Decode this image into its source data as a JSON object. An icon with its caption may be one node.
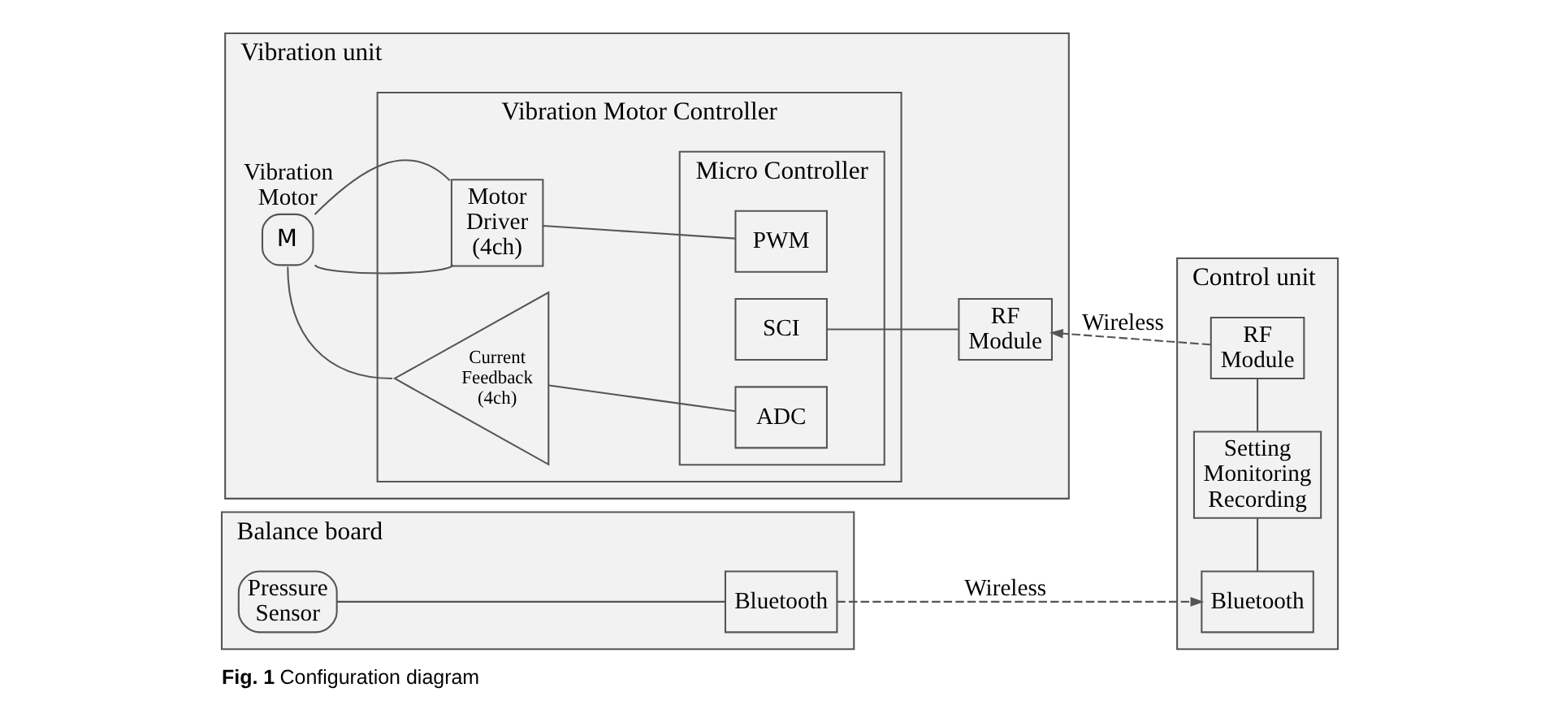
{
  "diagram": {
    "caption": "**Fig. 1** Configuration diagram",
    "nodes": [
      {
        "text": [
          "Vibration unit"
        ]
      },
      {
        "text": [
          "Vibration Motor",
          "M"
        ],
        "in": 0
      },
      {
        "text": [
          "Vibration Motor Controller"
        ],
        "in": 0
      },
      {
        "text": [
          "Motor Driver (4ch)"
        ],
        "in": 2
      },
      {
        "text": [
          "Current Feedback (4ch)"
        ],
        "in": 2
      },
      {
        "text": [
          "Micro Controller"
        ],
        "in": 2
      },
      {
        "text": [
          "PWM"
        ],
        "in": 5
      },
      {
        "text": [
          "SCI"
        ],
        "in": 5
      },
      {
        "text": [
          "ADC"
        ],
        "in": 5
      },
      {
        "text": [
          "RF Module"
        ],
        "in": 0
      },
      {
        "text": [
          "Control unit"
        ]
      },
      {
        "text": [
          "RF Module"
        ],
        "in": 10
      },
      {
        "text": [
          "Setting Monitoring Recording"
        ],
        "in": 10
      },
      {
        "text": [
          "Bluetooth"
        ],
        "in": 10
      },
      {
        "text": [
          "Balance board"
        ]
      },
      {
        "text": [
          "Pressure Sensor"
        ],
        "in": 14
      },
      {
        "text": [
          "Bluetooth"
        ],
        "in": 14
      }
    ],
    "edges": [
      {
        "from": 1,
        "to": 4,
        "arrow": "none"
      },
      {
        "from": 1,
        "to": 3,
        "arrow": "none"
      },
      {
        "from": 1,
        "to": 3,
        "arrow": "none"
      },
      {
        "from": 3,
        "to": 6,
        "arrow": "none"
      },
      {
        "from": 4,
        "to": 8,
        "arrow": "none"
      },
      {
        "from": 7,
        "to": 9,
        "arrow": "none"
      },
      {
        "from": 11,
        "to": 9,
        "arrow": "to",
        "label": "Wireless",
        "style": "dashed"
      },
      {
        "from": 12,
        "to": 11,
        "arrow": "none"
      },
      {
        "from": 13,
        "to": 12,
        "arrow": "none"
      },
      {
        "from": 15,
        "to": 16,
        "arrow": "none"
      },
      {
        "from": 16,
        "to": 13,
        "arrow": "to",
        "label": "Wireless",
        "style": "dashed"
      }
    ]
  }
}
